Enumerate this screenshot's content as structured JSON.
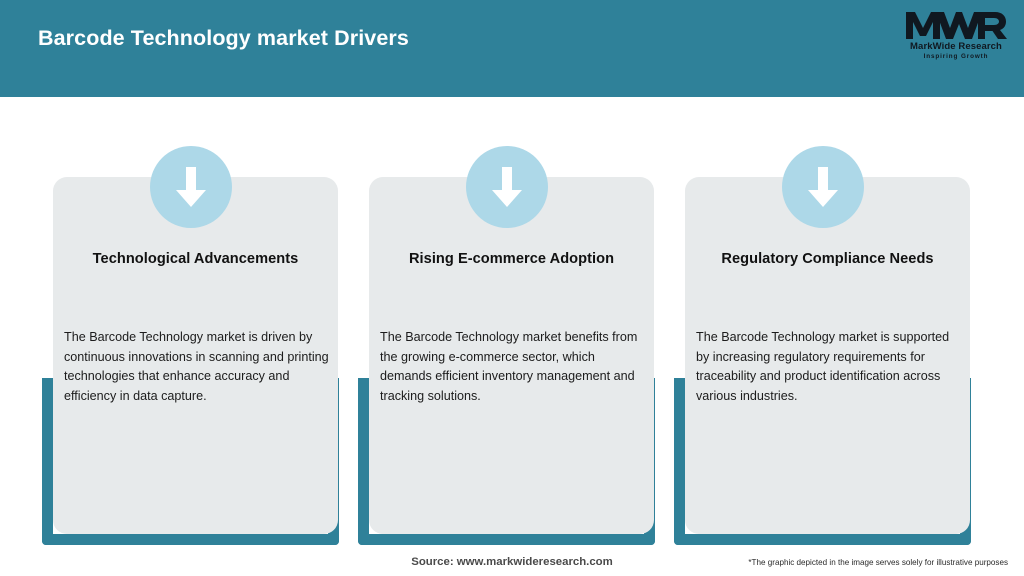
{
  "header": {
    "title": "Barcode Technology market Drivers",
    "background_color": "#2F8199",
    "title_color": "#FFFFFF"
  },
  "logo": {
    "mark": "MWR",
    "name": "MarkWide Research",
    "tagline": "Inspiring Growth"
  },
  "cards": [
    {
      "icon": "down-arrow-icon",
      "heading": "Technological Advancements",
      "body": "The Barcode Technology market is driven by continuous innovations in scanning and printing technologies that enhance accuracy and efficiency in data capture."
    },
    {
      "icon": "down-arrow-icon",
      "heading": "Rising E-commerce Adoption",
      "body": "The Barcode Technology market benefits from the growing e-commerce sector, which demands efficient inventory management and tracking solutions."
    },
    {
      "icon": "down-arrow-icon",
      "heading": "Regulatory Compliance Needs",
      "body": "The Barcode Technology market is supported by increasing regulatory requirements for traceability and product identification across various industries."
    }
  ],
  "footer": {
    "source": "Source: www.markwideresearch.com",
    "disclaimer": "*The graphic depicted in the image serves solely for illustrative purposes"
  },
  "colors": {
    "teal": "#2F8199",
    "panel_grey": "#E7EAEB",
    "icon_blue": "#ADD8E8",
    "arrow_white": "#FFFFFF"
  }
}
